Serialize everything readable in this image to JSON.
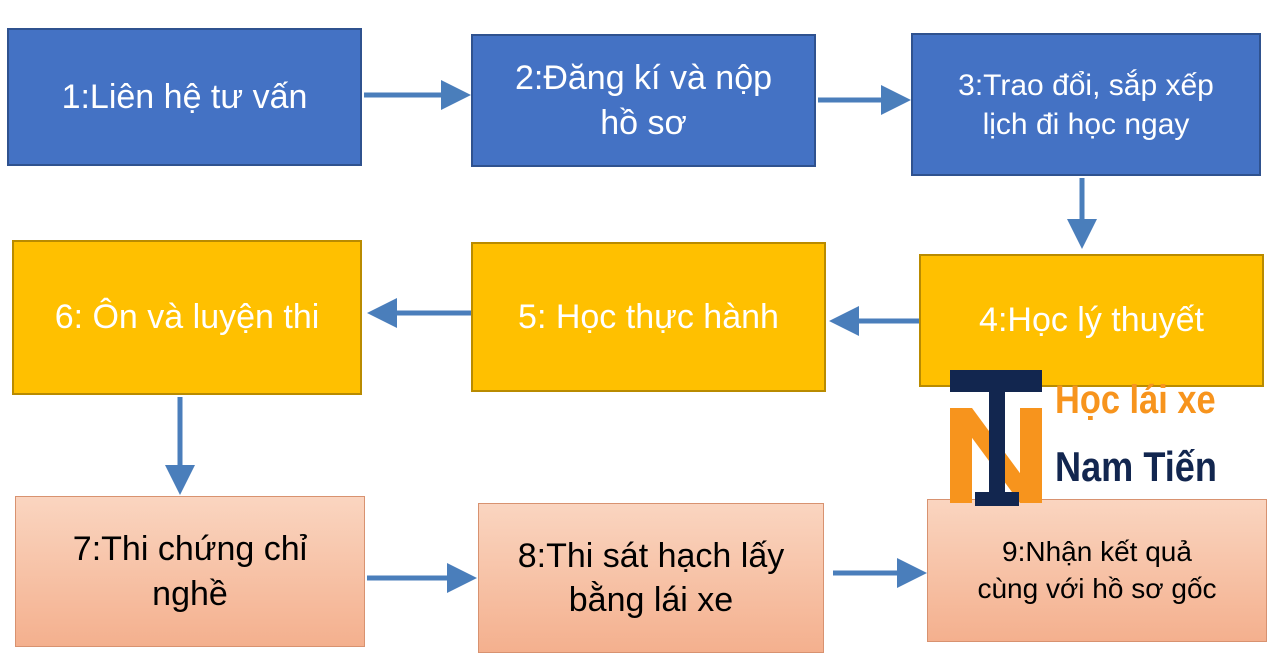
{
  "steps": [
    {
      "id": "b1",
      "label": "1:Liên hệ tư vấn"
    },
    {
      "id": "b2",
      "label": "2:Đăng kí và nộp\nhồ sơ"
    },
    {
      "id": "b3",
      "label": "3:Trao đổi, sắp xếp\nlịch đi học ngay"
    },
    {
      "id": "b4",
      "label": "4:Học lý thuyết"
    },
    {
      "id": "b5",
      "label": "5: Học thực hành"
    },
    {
      "id": "b6",
      "label": "6: Ôn và luyện thi"
    },
    {
      "id": "b7",
      "label": "7:Thi chứng chỉ\nnghề"
    },
    {
      "id": "b8",
      "label": "8:Thi sát hạch lấy\nbằng lái xe"
    },
    {
      "id": "b9",
      "label": "9:Nhận kết quả\ncùng với hồ sơ gốc"
    }
  ],
  "logo": {
    "line1": "Học lái xe",
    "line2": "Nam Tiến"
  },
  "colors": {
    "blue": "#4472c4",
    "yellow": "#ffc000",
    "salmon": "#f4b08e",
    "arrow": "#4a7ebb",
    "logo_orange": "#f7941d",
    "logo_navy": "#12264f"
  }
}
